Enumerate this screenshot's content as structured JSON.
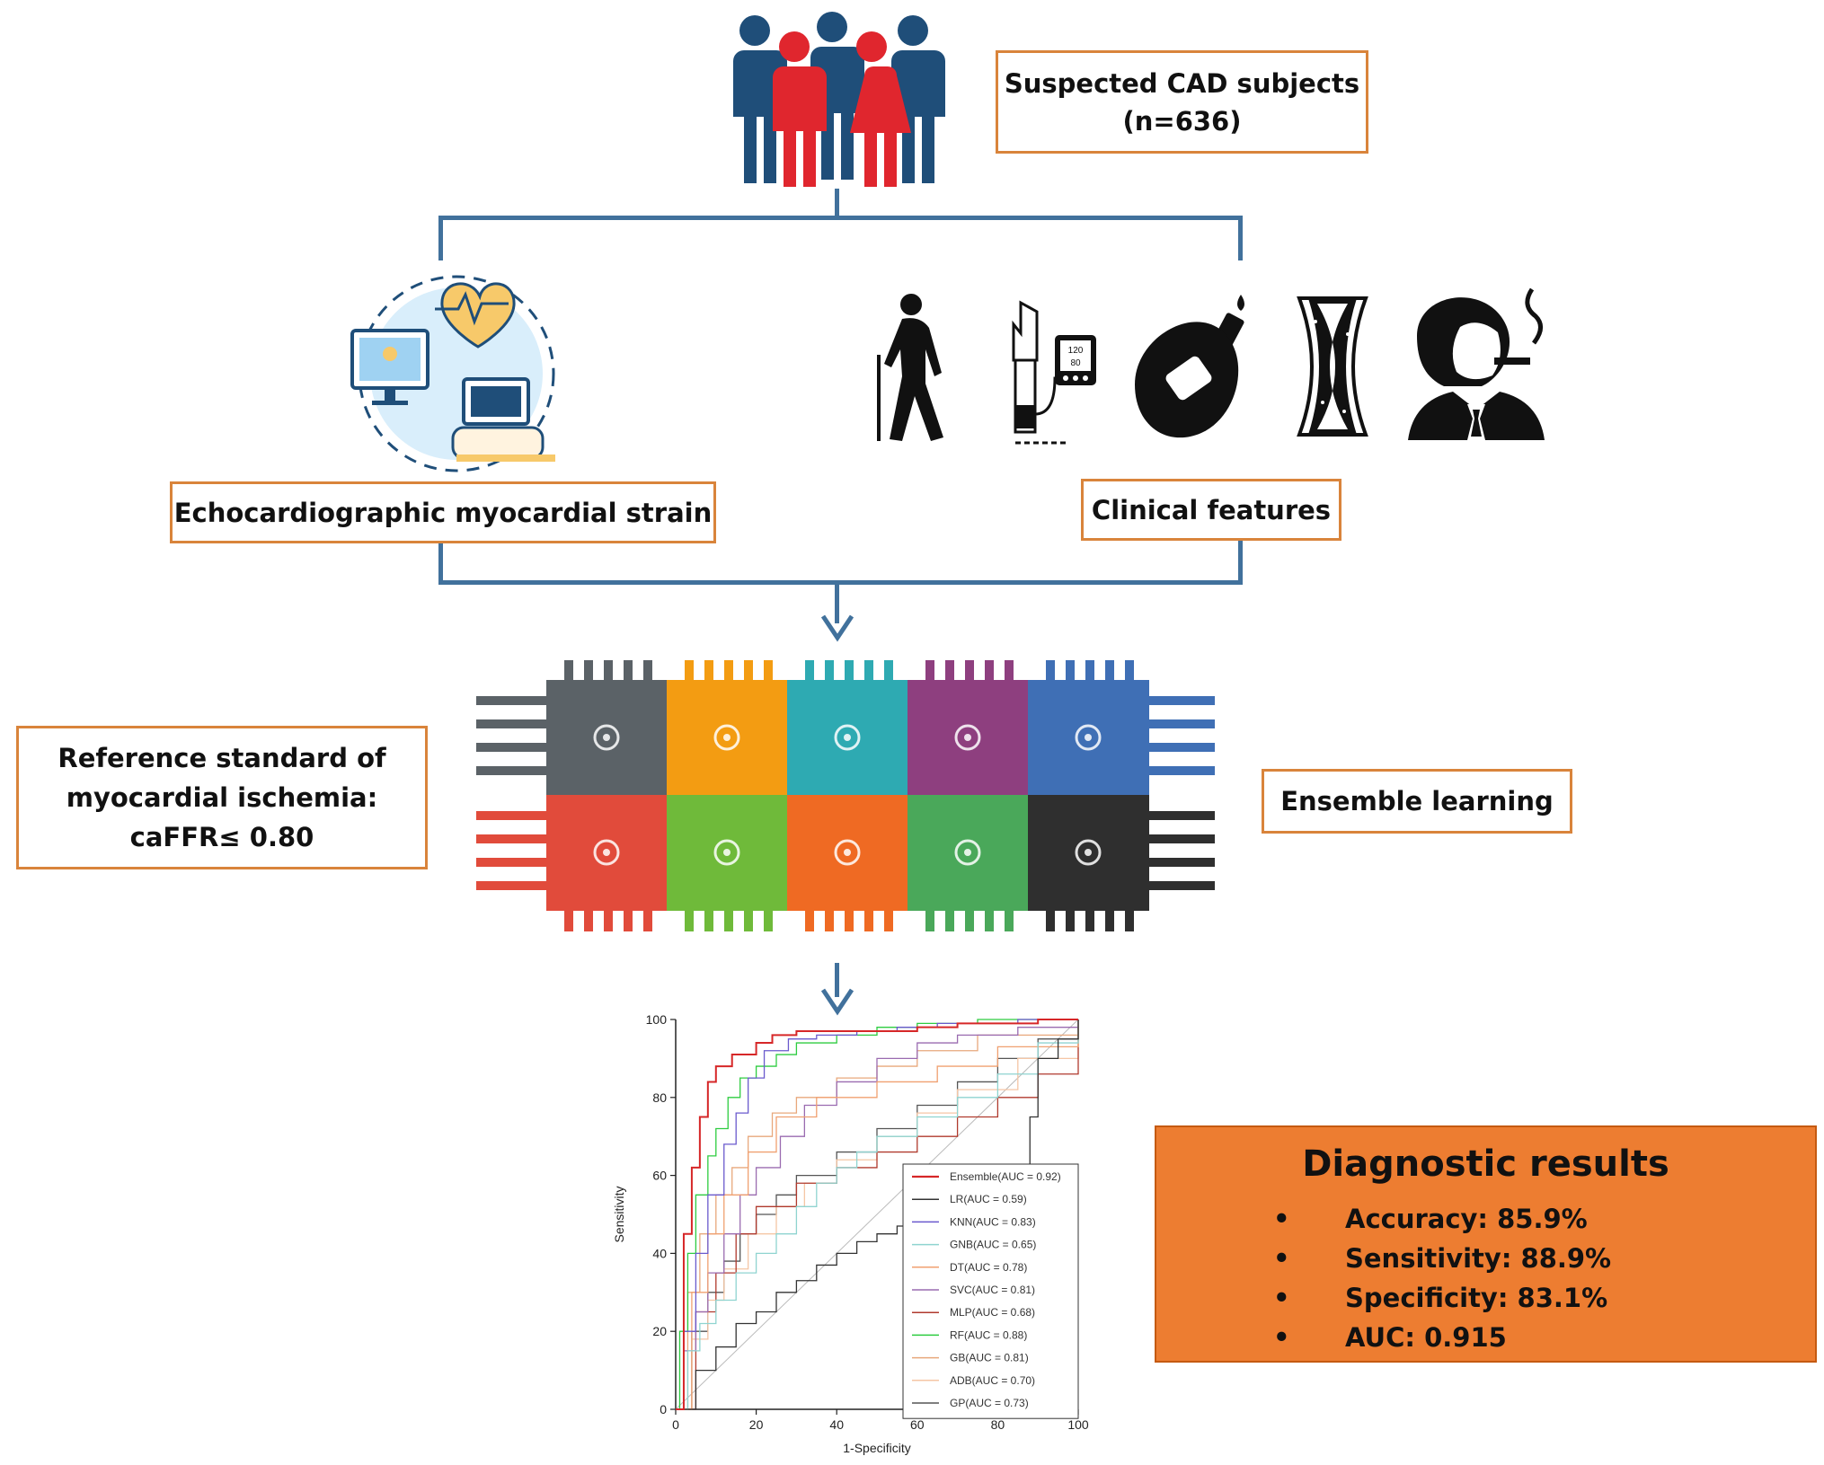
{
  "subjects_box": {
    "line1": "Suspected CAD subjects",
    "line2": "(n=636)"
  },
  "strain_box": "Echocardiographic myocardial strain",
  "clinical_box": "Clinical features",
  "reference_box": {
    "line1": "Reference standard of",
    "line2": "myocardial ischemia:",
    "line3": "caFFR≤ 0.80"
  },
  "ensemble_box": "Ensemble learning",
  "icons": {
    "people": "people-group-icon",
    "echo": "echocardiography-icon",
    "elderly": "elderly-person-icon",
    "bp": "blood-pressure-monitor-icon",
    "glucose": "glucose-meter-icon",
    "vessel": "stenosed-vessel-icon",
    "smoker": "smoker-icon",
    "puzzle": "ml-algorithms-puzzle-icon"
  },
  "bp_display": {
    "sys": "120",
    "dia": "80"
  },
  "puzzle_colors": [
    "#5b6267",
    "#f39c12",
    "#2eaab2",
    "#8e3f7f",
    "#3f6fb5",
    "#e14b3b",
    "#6fba3a",
    "#ef6a23",
    "#4aa85a",
    "#2f2f2f"
  ],
  "results": {
    "title": "Diagnostic results",
    "items": [
      "Accuracy: 85.9%",
      "Sensitivity: 88.9%",
      "Specificity: 83.1%",
      "AUC: 0.915"
    ]
  },
  "colors": {
    "accent_border": "#d9843b",
    "connector": "#41719c",
    "results_bg": "#ed7d31"
  },
  "chart_data": {
    "type": "line",
    "title": "",
    "xlabel": "1-Specificity",
    "ylabel": "Sensitivity",
    "xlim": [
      0,
      100
    ],
    "ylim": [
      0,
      100
    ],
    "xticks": [
      "0",
      "20",
      "40",
      "60",
      "80",
      "100"
    ],
    "yticks": [
      "0",
      "20",
      "40",
      "60",
      "80",
      "100"
    ],
    "legend_position": "bottom-right",
    "grid": false,
    "diagonal_reference": true,
    "series": [
      {
        "name": "Ensemble(AUC = 0.92)",
        "color": "#d62728",
        "x": [
          0,
          2,
          4,
          6,
          8,
          10,
          14,
          20,
          24,
          30,
          40,
          50,
          60,
          70,
          80,
          90,
          100
        ],
        "y": [
          0,
          45,
          62,
          75,
          84,
          88,
          91,
          94,
          96,
          97,
          97,
          97,
          98,
          99,
          99,
          100,
          100
        ]
      },
      {
        "name": "LR(AUC = 0.59)",
        "color": "#333333",
        "x": [
          0,
          5,
          10,
          15,
          20,
          25,
          30,
          35,
          40,
          45,
          50,
          55,
          60,
          65,
          70,
          75,
          80,
          85,
          88,
          90,
          95,
          100
        ],
        "y": [
          0,
          10,
          16,
          22,
          25,
          30,
          33,
          37,
          40,
          43,
          45,
          47,
          50,
          53,
          55,
          58,
          60,
          62,
          75,
          90,
          95,
          100
        ]
      },
      {
        "name": "KNN(AUC = 0.83)",
        "color": "#6a5acd",
        "x": [
          0,
          2,
          5,
          8,
          12,
          15,
          18,
          22,
          28,
          35,
          45,
          55,
          65,
          75,
          85,
          100
        ],
        "y": [
          0,
          20,
          40,
          55,
          68,
          76,
          85,
          92,
          95,
          96,
          97,
          98,
          99,
          99,
          100,
          100
        ]
      },
      {
        "name": "GNB(AUC = 0.65)",
        "color": "#8fd4d0",
        "x": [
          0,
          3,
          6,
          10,
          15,
          20,
          25,
          30,
          35,
          40,
          45,
          50,
          60,
          70,
          80,
          90,
          100
        ],
        "y": [
          0,
          15,
          22,
          28,
          35,
          40,
          45,
          52,
          58,
          62,
          66,
          70,
          75,
          80,
          86,
          94,
          100
        ]
      },
      {
        "name": "DT(AUC = 0.78)",
        "color": "#f0a070",
        "x": [
          0,
          4,
          8,
          12,
          18,
          25,
          35,
          50,
          65,
          80,
          100
        ],
        "y": [
          0,
          30,
          45,
          55,
          66,
          75,
          80,
          84,
          88,
          93,
          100
        ]
      },
      {
        "name": "SVC(AUC = 0.81)",
        "color": "#9a6bb0",
        "x": [
          0,
          2,
          5,
          8,
          12,
          16,
          20,
          26,
          32,
          40,
          50,
          60,
          70,
          85,
          100
        ],
        "y": [
          0,
          15,
          25,
          35,
          45,
          55,
          62,
          70,
          78,
          84,
          90,
          94,
          96,
          98,
          100
        ]
      },
      {
        "name": "MLP(AUC = 0.68)",
        "color": "#b03a2e",
        "x": [
          0,
          5,
          10,
          15,
          20,
          30,
          40,
          50,
          60,
          70,
          80,
          90,
          100
        ],
        "y": [
          0,
          25,
          35,
          45,
          52,
          58,
          62,
          66,
          70,
          75,
          80,
          86,
          100
        ]
      },
      {
        "name": "RF(AUC = 0.88)",
        "color": "#2ecc40",
        "x": [
          0,
          1,
          3,
          5,
          8,
          10,
          13,
          16,
          20,
          25,
          30,
          40,
          50,
          60,
          75,
          100
        ],
        "y": [
          0,
          20,
          40,
          55,
          65,
          72,
          80,
          85,
          88,
          91,
          94,
          96,
          98,
          99,
          100,
          100
        ]
      },
      {
        "name": "GB(AUC = 0.81)",
        "color": "#e8a87c",
        "x": [
          0,
          3,
          6,
          10,
          14,
          18,
          24,
          30,
          40,
          50,
          60,
          75,
          100
        ],
        "y": [
          0,
          30,
          45,
          55,
          62,
          70,
          76,
          80,
          85,
          88,
          92,
          96,
          100
        ]
      },
      {
        "name": "ADB(AUC = 0.70)",
        "color": "#f5c6a5",
        "x": [
          0,
          4,
          8,
          12,
          18,
          25,
          32,
          40,
          50,
          60,
          70,
          85,
          100
        ],
        "y": [
          0,
          18,
          28,
          36,
          45,
          52,
          58,
          64,
          70,
          76,
          82,
          90,
          100
        ]
      },
      {
        "name": "GP(AUC = 0.73)",
        "color": "#555555",
        "x": [
          0,
          4,
          8,
          12,
          16,
          20,
          25,
          30,
          40,
          50,
          60,
          70,
          80,
          90,
          100
        ],
        "y": [
          0,
          20,
          30,
          38,
          45,
          50,
          55,
          60,
          66,
          72,
          78,
          84,
          90,
          95,
          100
        ]
      }
    ]
  }
}
